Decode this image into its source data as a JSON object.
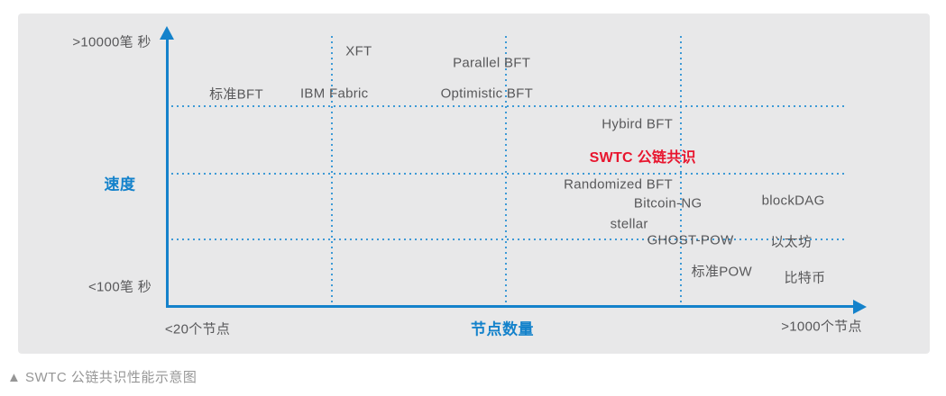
{
  "caption": {
    "text": "▲ SWTC 公链共识性能示意图"
  },
  "colors": {
    "axis_blue": "#1482cb",
    "dot_blue": "#3d9ad6",
    "label_gray": "#58585a",
    "highlight_red": "#e8152e",
    "panel_gray": "#e8e8e9",
    "caption_gray": "#969696"
  },
  "chart_data": {
    "type": "scatter",
    "title": "SWTC 公链共识性能示意图",
    "xlabel": "节点数量",
    "ylabel": "速度",
    "x_axis": {
      "title": "节点数量",
      "min_label": "<20个节点",
      "max_label": ">1000个节点"
    },
    "y_axis": {
      "title": "速度",
      "max_label": ">10000笔 秒",
      "min_label": "<100笔 秒"
    },
    "grid": {
      "style": "dotted",
      "vertical_fractions": [
        0.242,
        0.498,
        0.755
      ],
      "horizontal_fractions": [
        0.271,
        0.516,
        0.755
      ]
    },
    "legend": null,
    "points": [
      {
        "label": "标准BFT",
        "x": 0.102,
        "y": 0.225,
        "emphasis": false
      },
      {
        "label": "IBM Fabric",
        "x": 0.246,
        "y": 0.225,
        "emphasis": false
      },
      {
        "label": "XFT",
        "x": 0.282,
        "y": 0.072,
        "emphasis": false
      },
      {
        "label": "Parallel BFT",
        "x": 0.477,
        "y": 0.114,
        "emphasis": false
      },
      {
        "label": "Optimistic BFT",
        "x": 0.47,
        "y": 0.225,
        "emphasis": false
      },
      {
        "label": "Hybird BFT",
        "x": 0.691,
        "y": 0.337,
        "emphasis": false
      },
      {
        "label": "SWTC 公链共识",
        "x": 0.699,
        "y": 0.451,
        "emphasis": true
      },
      {
        "label": "Randomized BFT",
        "x": 0.663,
        "y": 0.556,
        "emphasis": false
      },
      {
        "label": "Bitcoin-NG",
        "x": 0.736,
        "y": 0.624,
        "emphasis": false
      },
      {
        "label": "blockDAG",
        "x": 0.92,
        "y": 0.614,
        "emphasis": false
      },
      {
        "label": "stellar",
        "x": 0.679,
        "y": 0.699,
        "emphasis": false
      },
      {
        "label": "GHOST-POW",
        "x": 0.769,
        "y": 0.758,
        "emphasis": false
      },
      {
        "label": "以太坊",
        "x": 0.917,
        "y": 0.761,
        "emphasis": false
      },
      {
        "label": "标准POW",
        "x": 0.815,
        "y": 0.869,
        "emphasis": false
      },
      {
        "label": "比特币",
        "x": 0.937,
        "y": 0.892,
        "emphasis": false
      }
    ]
  }
}
